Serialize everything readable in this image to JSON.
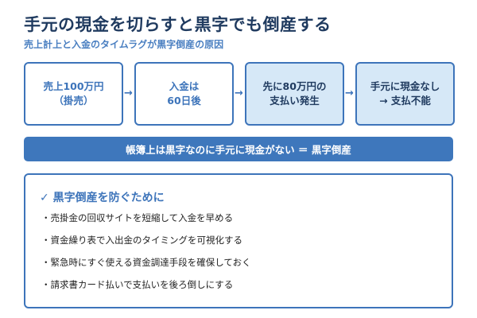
{
  "header": {
    "title": "手元の現金を切らすと黒字でも倒産する",
    "subtitle": "売上計上と入金のタイムラグが黒字倒産の原因"
  },
  "flow": {
    "arrow_glyph": "→",
    "steps": [
      {
        "line1": "売上100万円",
        "line2": "（掛売）",
        "style": "light"
      },
      {
        "line1": "入金は",
        "line2": "60日後",
        "style": "light"
      },
      {
        "line1": "先に80万円の",
        "line2": "支払い発生",
        "style": "tinted"
      },
      {
        "line1": "手元に現金なし",
        "line2": "→ 支払不能",
        "style": "tinted"
      }
    ]
  },
  "banner": {
    "text": "帳簿上は黒字なのに手元に現金がない ＝ 黒字倒産"
  },
  "tips": {
    "heading": "✓ 黒字倒産を防ぐために",
    "items": [
      "・売掛金の回収サイトを短縮して入金を早める",
      "・資金繰り表で入出金のタイミングを可視化する",
      "・緊急時にすぐ使える資金調達手段を確保しておく",
      "・請求書カード払いで支払いを後ろ倒しにする"
    ]
  },
  "colors": {
    "title": "#1f3a5f",
    "accent": "#3d74ba",
    "banner_bg": "#3e77bc",
    "tinted_box_bg": "#d6e8f7"
  }
}
